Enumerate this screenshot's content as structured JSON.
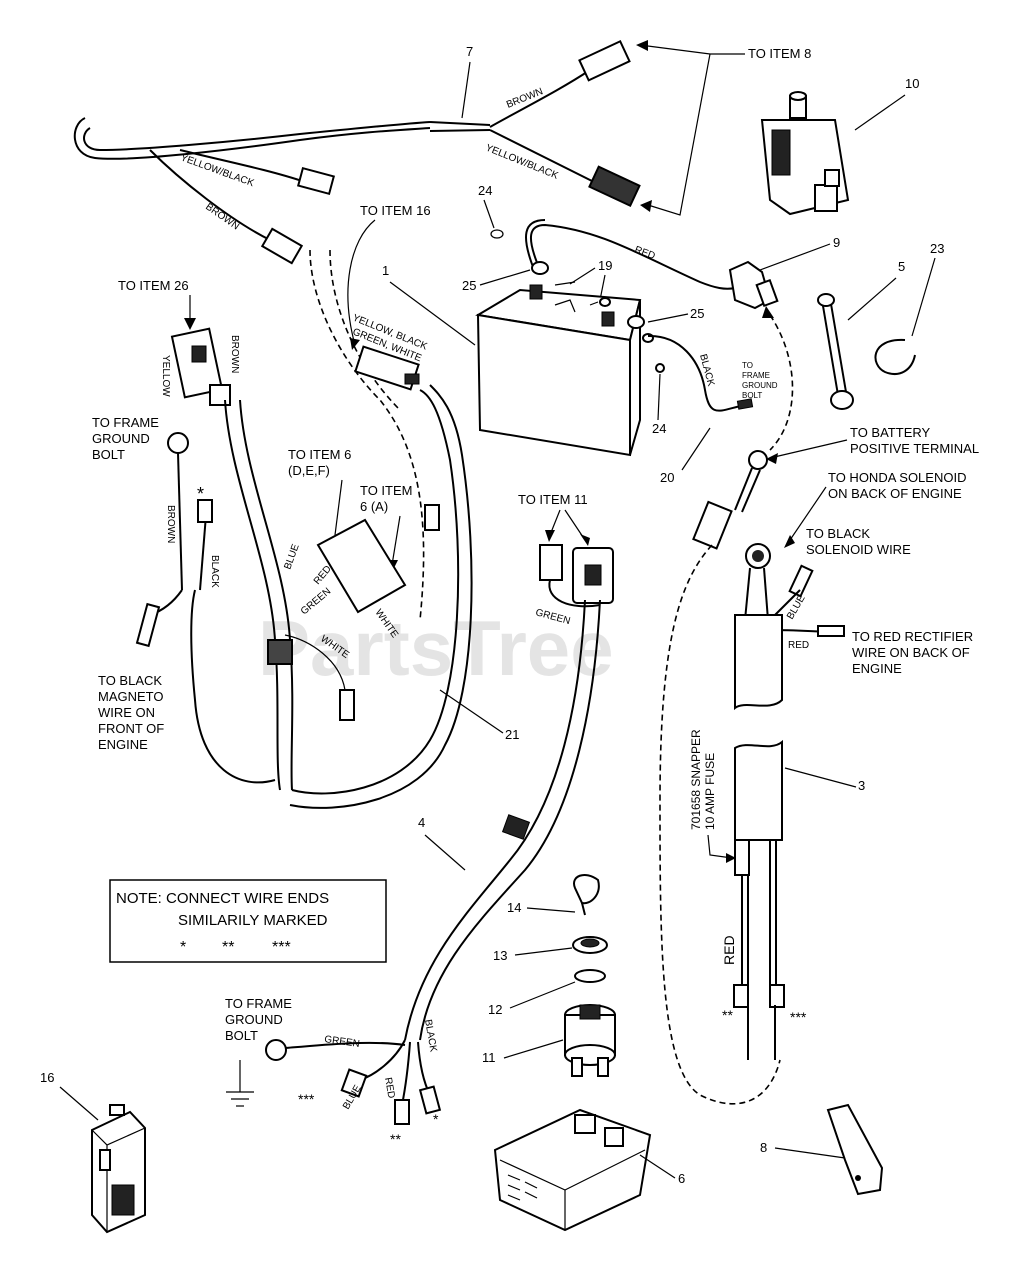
{
  "watermark": "PartsTree",
  "callouts": {
    "to_item_8": "TO ITEM 8",
    "to_item_16": "TO ITEM 16",
    "to_item_26": "TO ITEM 26",
    "to_frame_ground_bolt_1": [
      "TO FRAME",
      "GROUND",
      "BOLT"
    ],
    "to_item_6_def": [
      "TO ITEM 6",
      "(D,E,F)"
    ],
    "to_item_6_a": [
      "TO ITEM",
      "6 (A)"
    ],
    "to_black_magneto": [
      "TO BLACK",
      "MAGNETO",
      "WIRE ON",
      "FRONT OF",
      "ENGINE"
    ],
    "to_item_11": "TO ITEM 11",
    "to_battery_positive": [
      "TO BATTERY",
      "POSITIVE TERMINAL"
    ],
    "to_honda_solenoid": [
      "TO HONDA SOLENOID",
      "ON BACK OF ENGINE"
    ],
    "to_black_solenoid": [
      "TO BLACK",
      "SOLENOID WIRE"
    ],
    "to_red_rectifier": [
      "TO RED RECTIFIER",
      "WIRE ON BACK OF",
      "ENGINE"
    ],
    "to_frame_ground_small": [
      "TO",
      "FRAME",
      "GROUND",
      "BOLT"
    ],
    "to_frame_ground_bolt_2": [
      "TO FRAME",
      "GROUND",
      "BOLT"
    ],
    "fuse_label": [
      "701658 SNAPPER",
      "10 AMP FUSE"
    ]
  },
  "wire_labels": {
    "brown": "BROWN",
    "yellow_black": "YELLOW/BLACK",
    "red": "RED",
    "black": "BLACK",
    "yellow": "YELLOW",
    "green": "GREEN",
    "white": "WHITE",
    "blue": "BLUE",
    "multi": [
      "YELLOW, BLACK",
      "GREEN, WHITE"
    ]
  },
  "note": {
    "line1": "NOTE: CONNECT WIRE ENDS",
    "line2": "SIMILARILY MARKED",
    "marks": [
      "*",
      "**",
      "***"
    ]
  },
  "markers": {
    "single": "*",
    "double": "**",
    "triple": "***"
  },
  "item_numbers": {
    "n1": "1",
    "n3": "3",
    "n4": "4",
    "n5": "5",
    "n6": "6",
    "n7": "7",
    "n8": "8",
    "n9": "9",
    "n10": "10",
    "n11": "11",
    "n12": "12",
    "n13": "13",
    "n14": "14",
    "n16": "16",
    "n19": "19",
    "n20": "20",
    "n21": "21",
    "n23": "23",
    "n24": "24",
    "n25": "25"
  }
}
